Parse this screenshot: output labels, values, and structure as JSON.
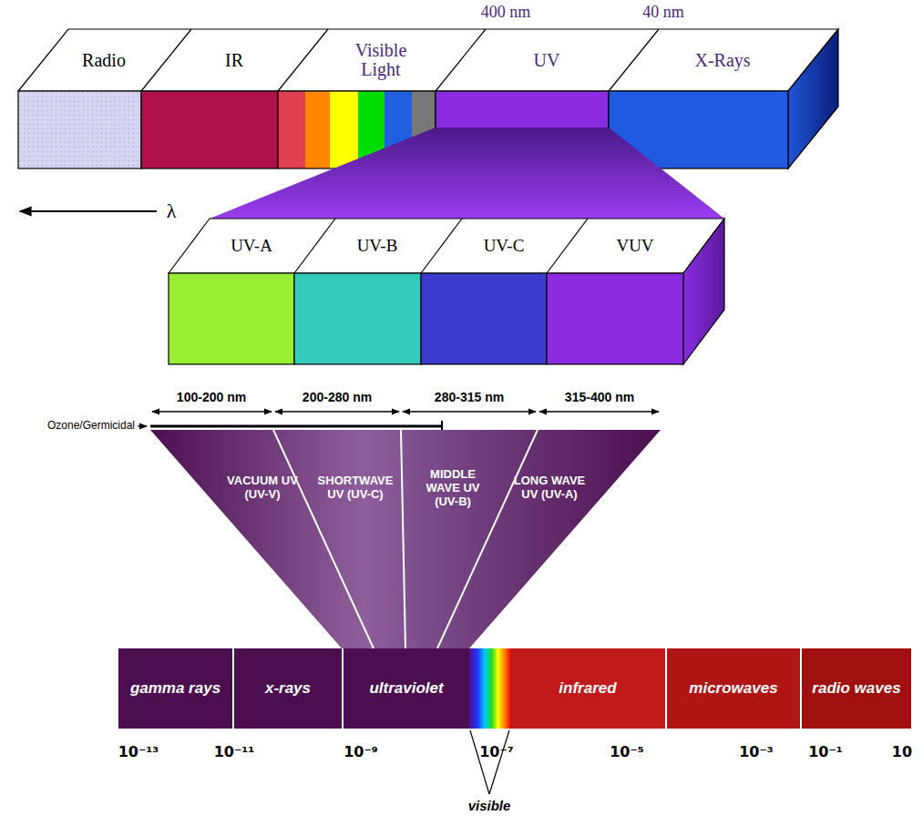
{
  "diagram": {
    "nodes": [
      {
        "text": [
          "Radio"
        ]
      },
      {
        "text": [
          "IR"
        ]
      },
      {
        "text": [
          "Visible Light"
        ]
      },
      {
        "text": [
          "UV"
        ]
      },
      {
        "text": [
          "X-Rays"
        ]
      },
      {
        "text": [
          "UV-A"
        ]
      },
      {
        "text": [
          "UV-B"
        ]
      },
      {
        "text": [
          "UV-C"
        ]
      },
      {
        "text": [
          "VUV"
        ]
      },
      {
        "text": [
          "VACUUM UV (UV-V)"
        ]
      },
      {
        "text": [
          "SHORTWAVE UV (UV-C)"
        ]
      },
      {
        "text": [
          "MIDDLE WAVE UV (UV-B)"
        ]
      },
      {
        "text": [
          "LONG WAVE UV (UV-A)"
        ]
      },
      {
        "text": [
          "gamma rays"
        ]
      },
      {
        "text": [
          "x-rays"
        ]
      },
      {
        "text": [
          "ultraviolet"
        ]
      },
      {
        "text": [
          "infrared"
        ]
      },
      {
        "text": [
          "microwaves"
        ]
      },
      {
        "text": [
          "radio waves"
        ]
      }
    ],
    "labels": [
      "400 nm",
      "40 nm",
      "λ",
      "100-200 nm",
      "200-280 nm",
      "280-315 nm",
      "315-400 nm",
      "Ozone/Germicidal",
      "10⁻¹³",
      "10⁻¹¹",
      "10⁻⁹",
      "10⁻⁷",
      "10⁻⁵",
      "10⁻³",
      "10⁻¹",
      "10",
      "visible"
    ]
  }
}
